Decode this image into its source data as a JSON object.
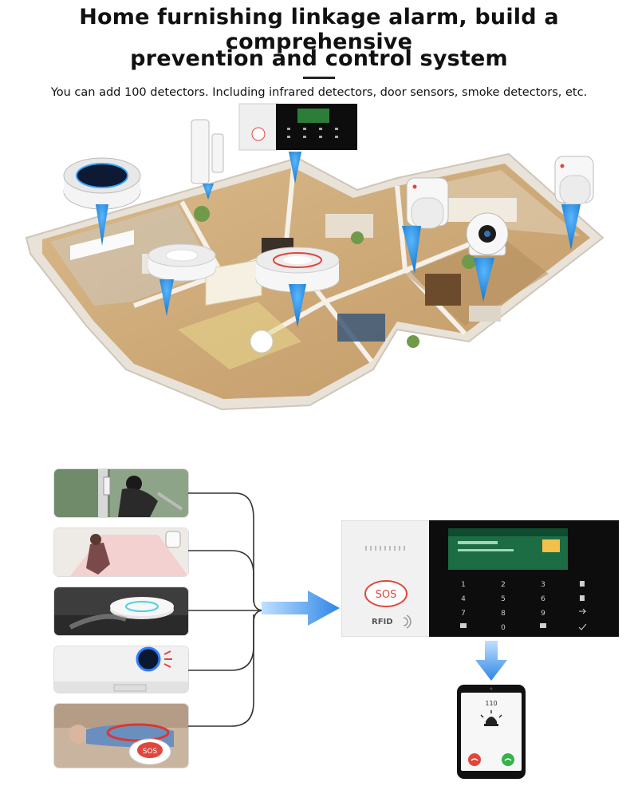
{
  "header": {
    "title_line1": "Home furnishing linkage alarm, build a comprehensive",
    "title_line2": "prevention and control system",
    "subtitle": "You can add 100 detectors. Including infrared detectors, door sensors, smoke detectors, etc."
  },
  "panel": {
    "sos_label": "SOS",
    "rfid_label": "RFID",
    "keypad_keys": [
      "1",
      "2",
      "3",
      "",
      "4",
      "5",
      "6",
      "",
      "7",
      "8",
      "9",
      "",
      "",
      "0",
      "",
      ""
    ]
  },
  "phone": {
    "time": "110"
  },
  "colors": {
    "marker_blue": "#2a8fd8",
    "arrow_blue": "#3a8fe6",
    "panel_black": "#0d0d0d",
    "sos_red": "#e0463c"
  },
  "icons": {
    "detectors": [
      "door-sensor-icon",
      "pir-sensor-icon",
      "smoke-detector-icon",
      "gas-detector-icon",
      "sos-button-icon"
    ]
  }
}
